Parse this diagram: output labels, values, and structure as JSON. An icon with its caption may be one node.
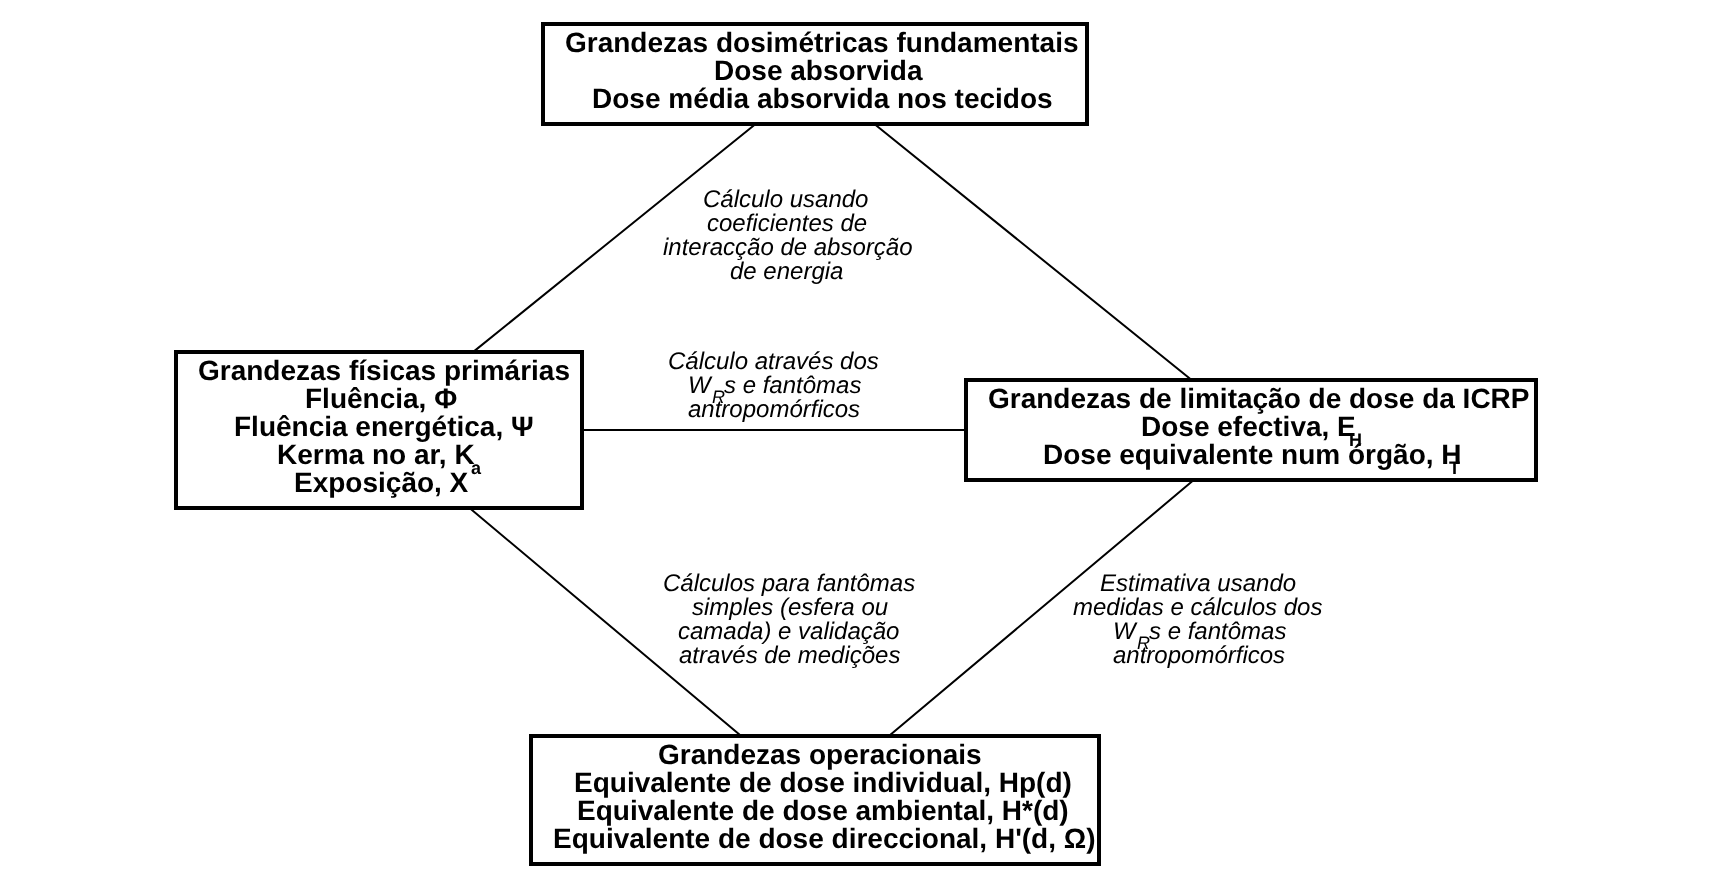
{
  "diagram": {
    "nodes": [
      {
        "text": [
          "Grandezas dosimétricas fundamentais",
          "Dose absorvida",
          "Dose média absorvida nos tecidos"
        ]
      },
      {
        "text": [
          "Grandezas físicas primárias",
          "Fluência, Φ",
          "Fluência energética, Ψ",
          "Kerma no ar, K$_{a}$",
          "Exposição, X"
        ]
      },
      {
        "text": [
          "Grandezas de limitação de dose da ICRP",
          "Dose efectiva, E$_{H}$",
          "Dose equivalente num órgão, H$_{T}$"
        ]
      },
      {
        "text": [
          "Grandezas operacionais",
          "Equivalente de dose individual, Hp(d)",
          "Equivalente de dose ambiental, H*(d)",
          "Equivalente de dose direccional, H'(d, Ω)"
        ]
      }
    ],
    "edges": [
      {
        "from": 1,
        "to": 0,
        "arrow": "none",
        "label": "Cálculo usando coeficientes de interacção de absorção de energia"
      },
      {
        "from": 2,
        "to": 0,
        "arrow": "none"
      },
      {
        "from": 1,
        "to": 2,
        "arrow": "none",
        "label": "Cálculo através dos W$_{R}$s e fantômas antropomórficos"
      },
      {
        "from": 1,
        "to": 3,
        "arrow": "none",
        "label": "Cálculos para fantômas simples (esfera ou camada) e validação através de medições"
      },
      {
        "from": 2,
        "to": 3,
        "arrow": "none",
        "label": "Estimativa usando medidas e cálculos dos W$_{R}$s e fantômas antropomórficos"
      }
    ]
  }
}
